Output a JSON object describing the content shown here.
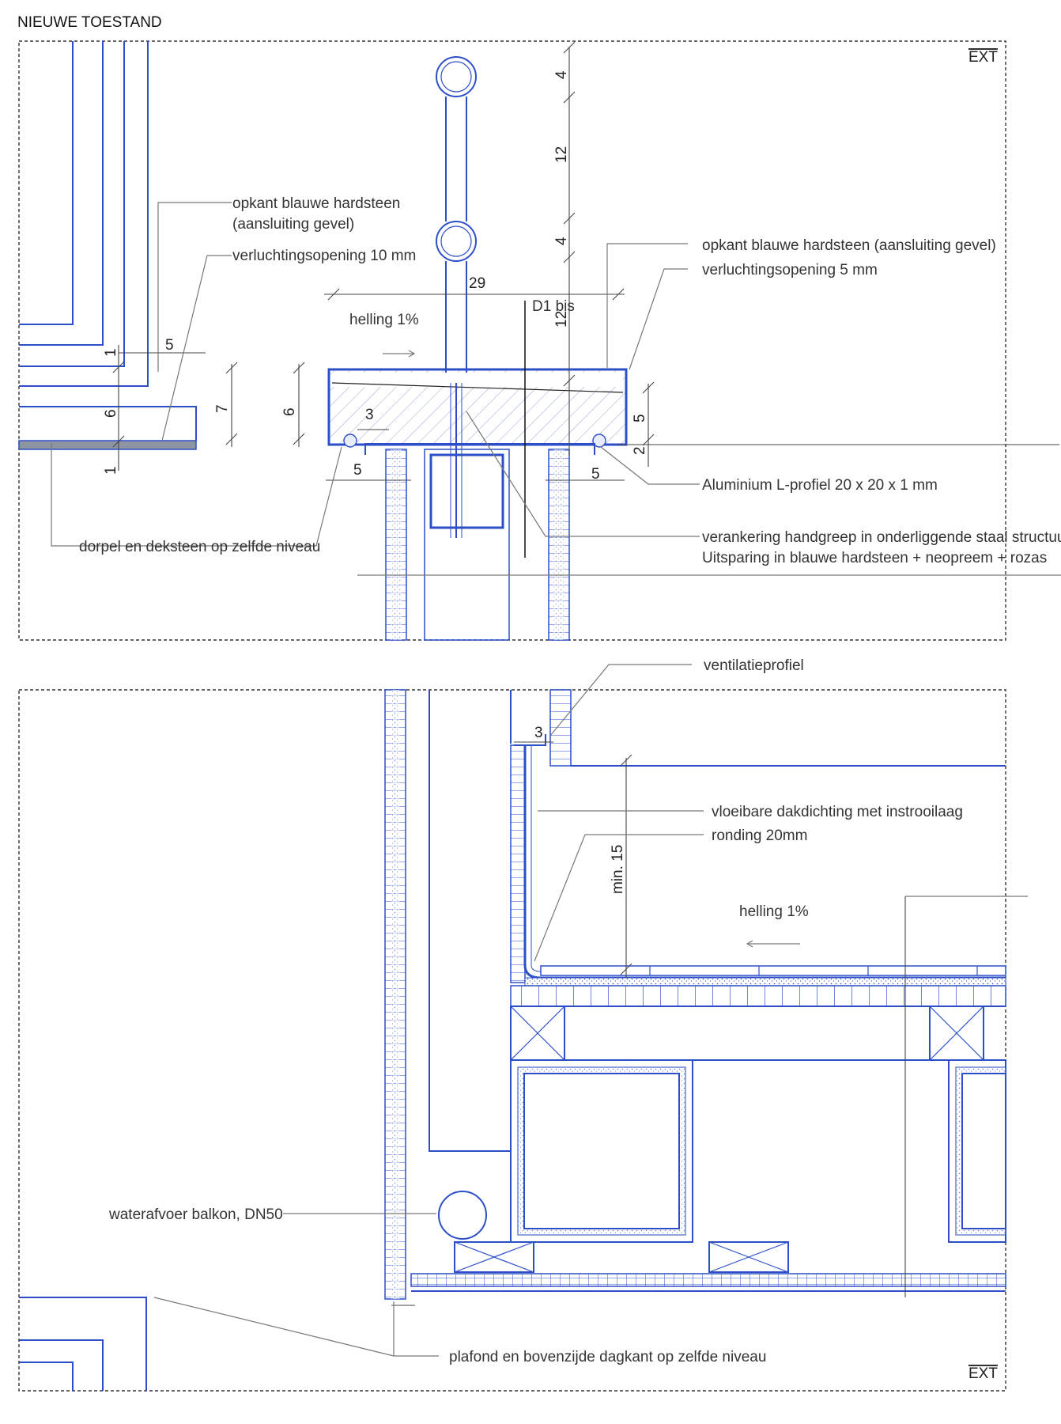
{
  "title": "NIEUWE TOESTAND",
  "ext_label_top": "EXT",
  "ext_label_bottom": "EXT",
  "annotations_top": {
    "opkant_left_1": "opkant blauwe hardsteen",
    "opkant_left_2": "(aansluiting gevel)",
    "verluchting_left": "verluchtingsopening 10 mm",
    "opkant_right": "opkant blauwe hardsteen (aansluiting gevel)",
    "verluchting_right": "verluchtingsopening 5 mm",
    "helling": "helling 1%",
    "section_mark": "D1 bis",
    "l_profiel": "Aluminium L-profiel 20 x 20 x 1 mm",
    "verankering_1": "verankering handgreep in onderliggende staal structuur",
    "verankering_2": "Uitsparing in blauwe hardsteen + neopreem + rozas",
    "dorpel": "dorpel en deksteen op zelfde niveau"
  },
  "dimensions_top": {
    "d4a": "4",
    "d12a": "12",
    "d4b": "4",
    "d12b": "12",
    "d29": "29",
    "d1a": "1",
    "d5a": "5",
    "d6a": "6",
    "d1b": "1",
    "d7": "7",
    "d6b": "6",
    "d3": "3",
    "d5b": "5",
    "d5c": "5",
    "d5d": "5",
    "d2": "2"
  },
  "annotations_bottom": {
    "ventilatieprofiel": "ventilatieprofiel",
    "vloeibare": "vloeibare dakdichting met instrooilaag",
    "ronding": "ronding 20mm",
    "helling": "helling 1%",
    "waterafvoer": "waterafvoer balkon, DN50",
    "plafond": "plafond en bovenzijde dagkant op zelfde niveau"
  },
  "dimensions_bottom": {
    "d3": "3",
    "min15": "min. 15"
  },
  "colors": {
    "line_blue": "#2c4fc8",
    "leader_grey": "#777777",
    "text": "#333333"
  }
}
